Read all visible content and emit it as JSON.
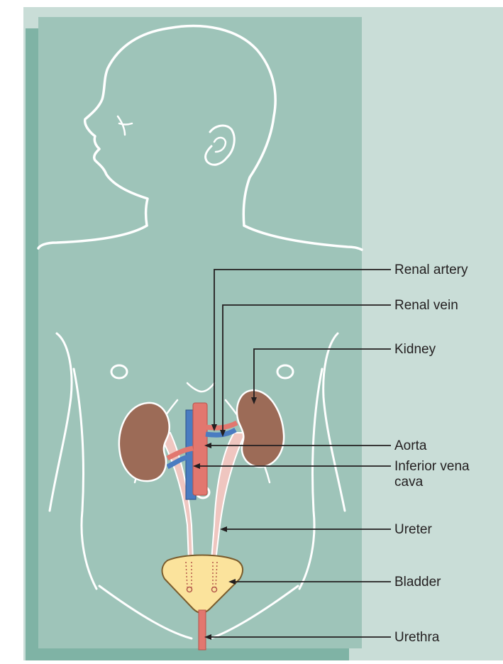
{
  "labels": {
    "renal_artery": "Renal artery",
    "renal_vein": "Renal vein",
    "kidney": "Kidney",
    "aorta": "Aorta",
    "inferior_vena_cava_line1": "Inferior vena",
    "inferior_vena_cava_line2": "cava",
    "ureter": "Ureter",
    "bladder": "Bladder",
    "urethra": "Urethra"
  },
  "colors": {
    "background_panel": "#c9ddd7",
    "shadow_panel": "#7fb3a5",
    "body_panel": "#9ec4b9",
    "outline": "#ffffff",
    "kidney": "#9c6b57",
    "artery": "#e2776f",
    "vein": "#4a7cc1",
    "ureter": "#efc6c0",
    "bladder": "#fbe39c",
    "leader_line": "#231f20"
  }
}
